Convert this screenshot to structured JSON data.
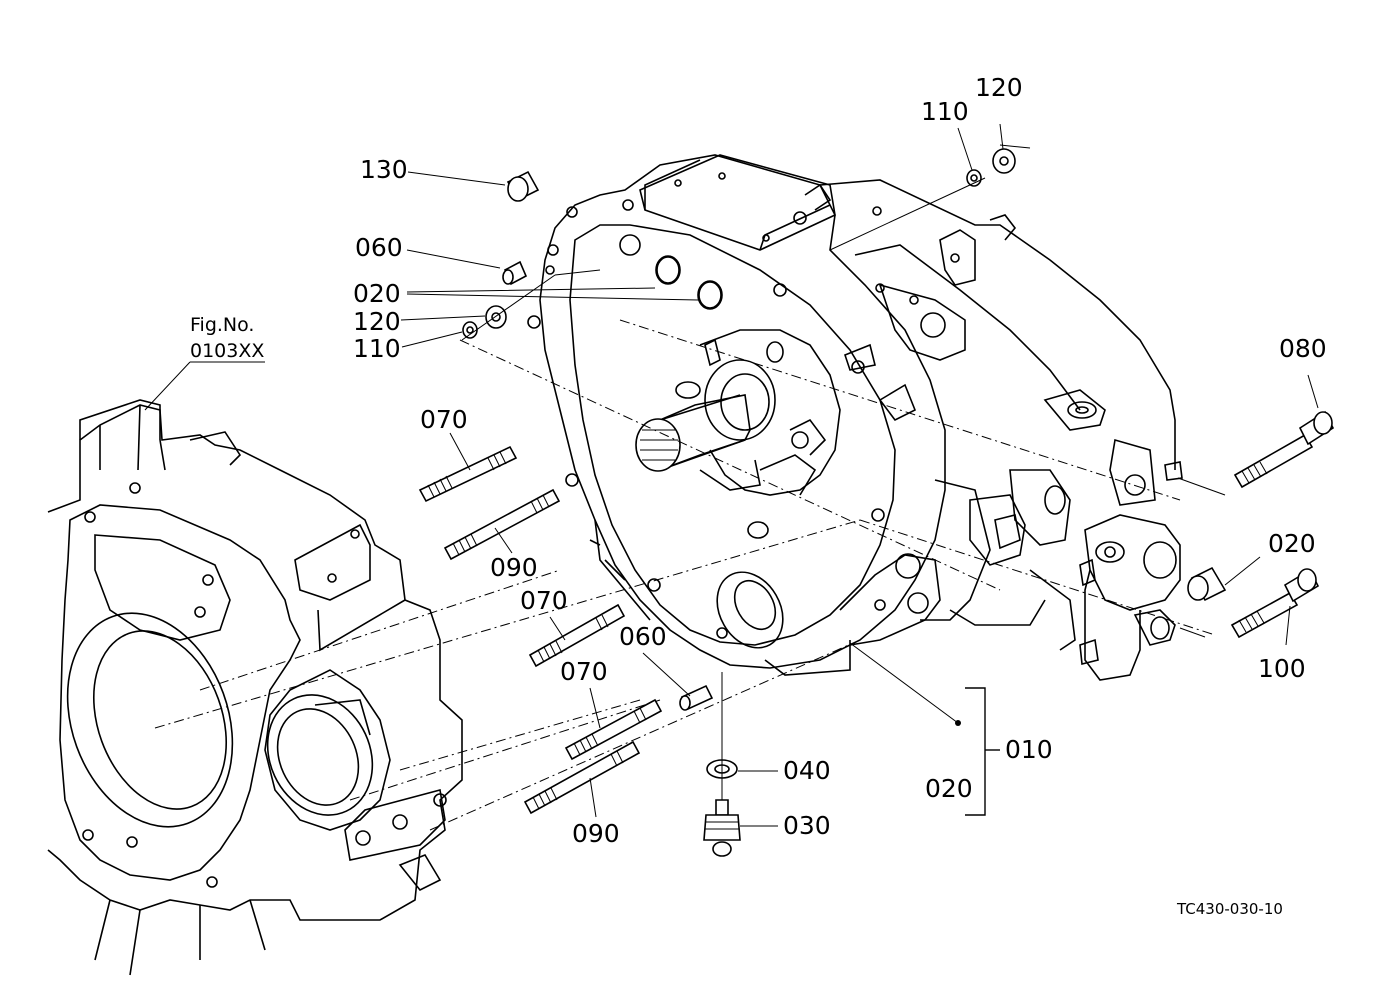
{
  "figure": {
    "ref_title": "Fig.No.",
    "ref_number": "0103XX",
    "code": "TC430-030-10"
  },
  "callouts": {
    "p130": "130",
    "p060_top": "060",
    "p020_top": "020",
    "p120_left": "120",
    "p110_left": "110",
    "p110_top": "110",
    "p120_top": "120",
    "p080": "080",
    "p020_right": "020",
    "p100": "100",
    "p070_a": "070",
    "p090_a": "090",
    "p070_b": "070",
    "p060_bottom": "060",
    "p070_c": "070",
    "p090_b": "090",
    "p040": "040",
    "p030": "030",
    "p010": "010",
    "p020_bracket": "020"
  }
}
